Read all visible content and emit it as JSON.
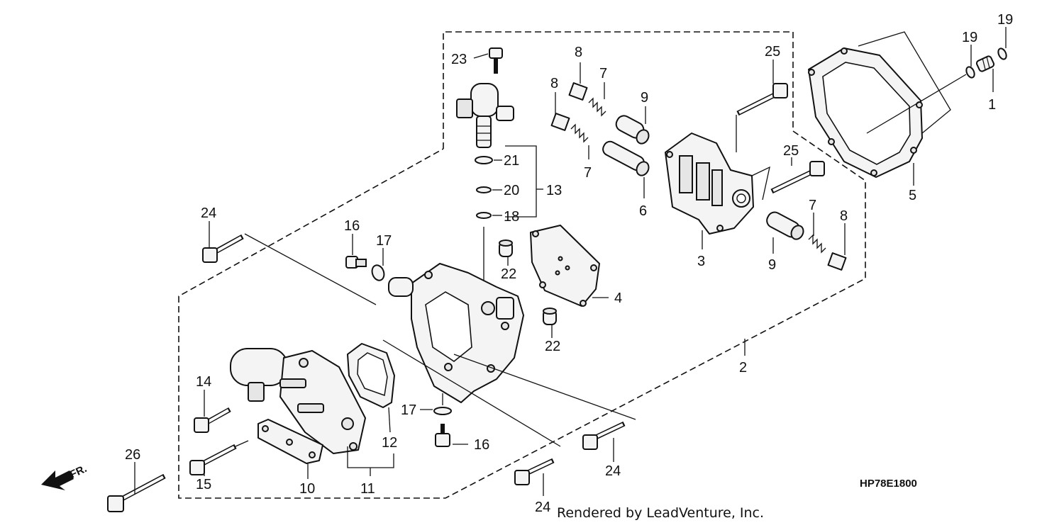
{
  "labels": {
    "p1": "1",
    "p2": "2",
    "p3": "3",
    "p4": "4",
    "p5": "5",
    "p6": "6",
    "p7a": "7",
    "p7b": "7",
    "p7c": "7",
    "p8a": "8",
    "p8b": "8",
    "p8c": "8",
    "p9a": "9",
    "p9b": "9",
    "p10": "10",
    "p11": "11",
    "p12": "12",
    "p13": "13",
    "p14": "14",
    "p15": "15",
    "p16a": "16",
    "p16b": "16",
    "p17a": "17",
    "p17b": "17",
    "p18": "18",
    "p19a": "19",
    "p19b": "19",
    "p20": "20",
    "p21": "21",
    "p22a": "22",
    "p22b": "22",
    "p23": "23",
    "p24a": "24",
    "p24b": "24",
    "p24c": "24",
    "p25a": "25",
    "p25b": "25",
    "p26": "26"
  },
  "diagram_code": "HP78E1800",
  "credit": "Rendered by LeadVenture, Inc.",
  "front_marker": "FR.",
  "icons": {
    "front_arrow": "front-direction-arrow-icon"
  }
}
